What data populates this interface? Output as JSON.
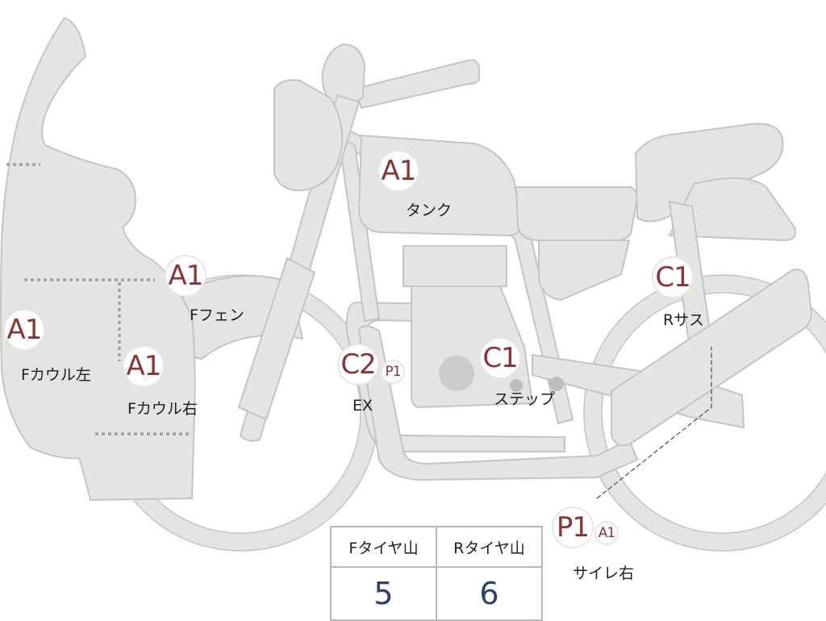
{
  "parts": [
    {
      "id": "tank",
      "code": "A1",
      "label": "タンク"
    },
    {
      "id": "f-fender",
      "code": "A1",
      "label": "Fフェン"
    },
    {
      "id": "f-cowl-left",
      "code": "A1",
      "label": "Fカウル左"
    },
    {
      "id": "f-cowl-right",
      "code": "A1",
      "label": "Fカウル右"
    },
    {
      "id": "ex",
      "code": "C2",
      "sub_code": "P1",
      "label": "EX"
    },
    {
      "id": "step",
      "code": "C1",
      "label": "ステップ"
    },
    {
      "id": "r-sus",
      "code": "C1",
      "label": "Rサス"
    },
    {
      "id": "silencer-right",
      "code": "P1",
      "sub_code": "A1",
      "label": "サイレ右"
    }
  ],
  "tire_table": {
    "headers": [
      "Fタイヤ山",
      "Rタイヤ山"
    ],
    "values": [
      "5",
      "6"
    ]
  }
}
